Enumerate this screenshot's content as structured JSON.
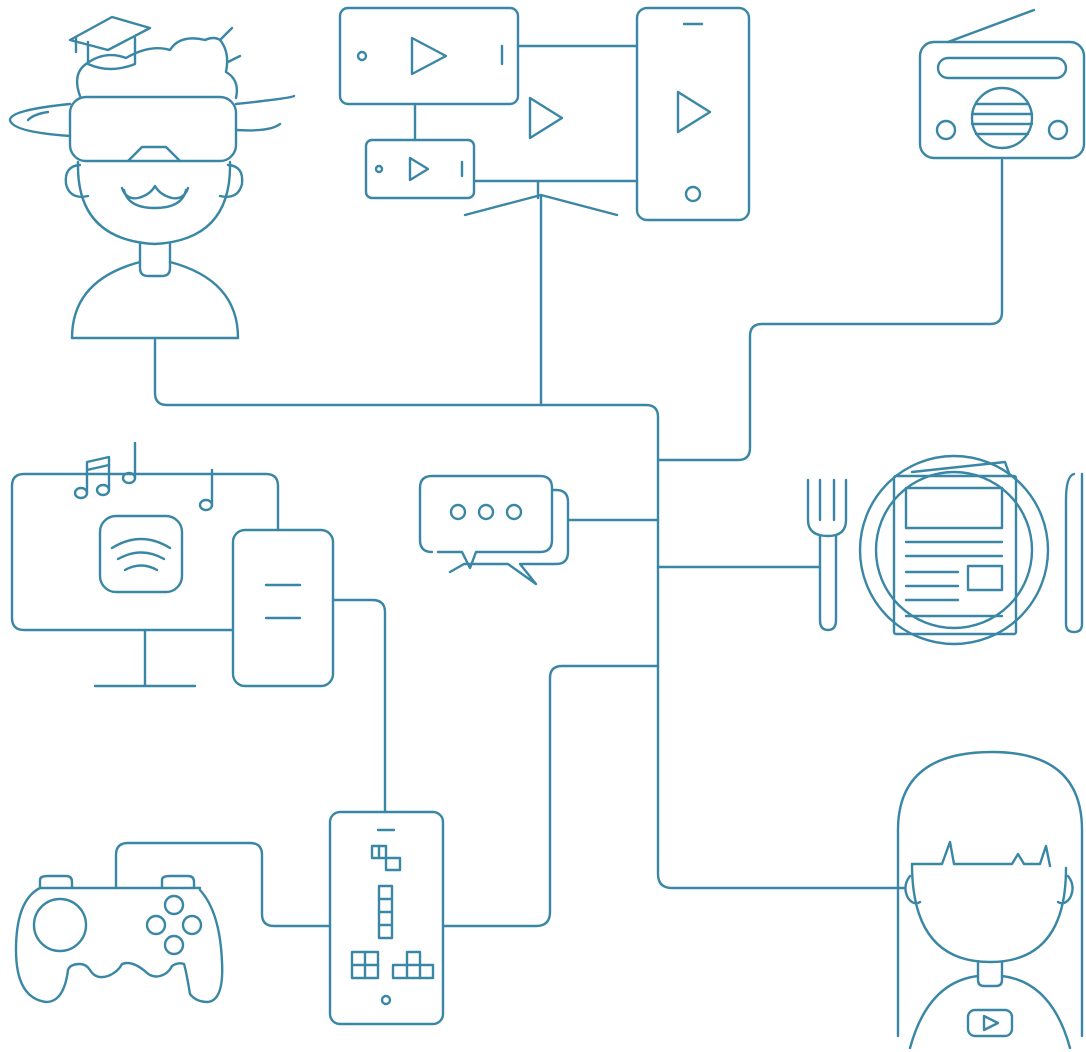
{
  "palette": {
    "ink": "#3a87a5",
    "background": "#ffffff"
  },
  "nodes": [
    {
      "id": "vr-student",
      "icon": "vr-student-icon"
    },
    {
      "id": "video-devices",
      "icon": "video-devices-icon"
    },
    {
      "id": "radio",
      "icon": "radio-icon"
    },
    {
      "id": "music-streaming",
      "icon": "music-streaming-icon"
    },
    {
      "id": "chat",
      "icon": "chat-bubble-icon"
    },
    {
      "id": "newspaper-dining",
      "icon": "newspaper-plate-icon"
    },
    {
      "id": "game-controller",
      "icon": "game-controller-icon"
    },
    {
      "id": "mobile-game",
      "icon": "mobile-game-icon"
    },
    {
      "id": "video-viewer-girl",
      "icon": "girl-video-viewer-icon"
    }
  ]
}
